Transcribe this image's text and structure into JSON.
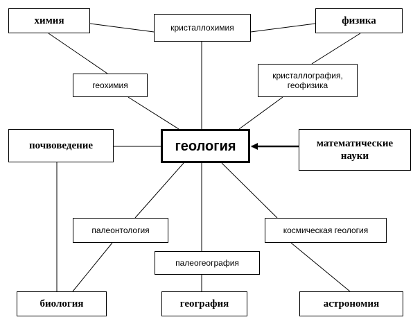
{
  "nodes": {
    "center": "геология",
    "chemistry": "химия",
    "crystal_chemistry": "кристаллохимия",
    "physics": "физика",
    "geochemistry": "геохимия",
    "crystallography_geophysics": "кристаллография,\nгеофизика",
    "soil_science": "почвоведение",
    "math": "математические\nнауки",
    "paleontology": "палеонтология",
    "space_geology": "космическая геология",
    "paleogeography": "палеогеография",
    "biology": "биология",
    "geography": "география",
    "astronomy": "астрономия"
  }
}
